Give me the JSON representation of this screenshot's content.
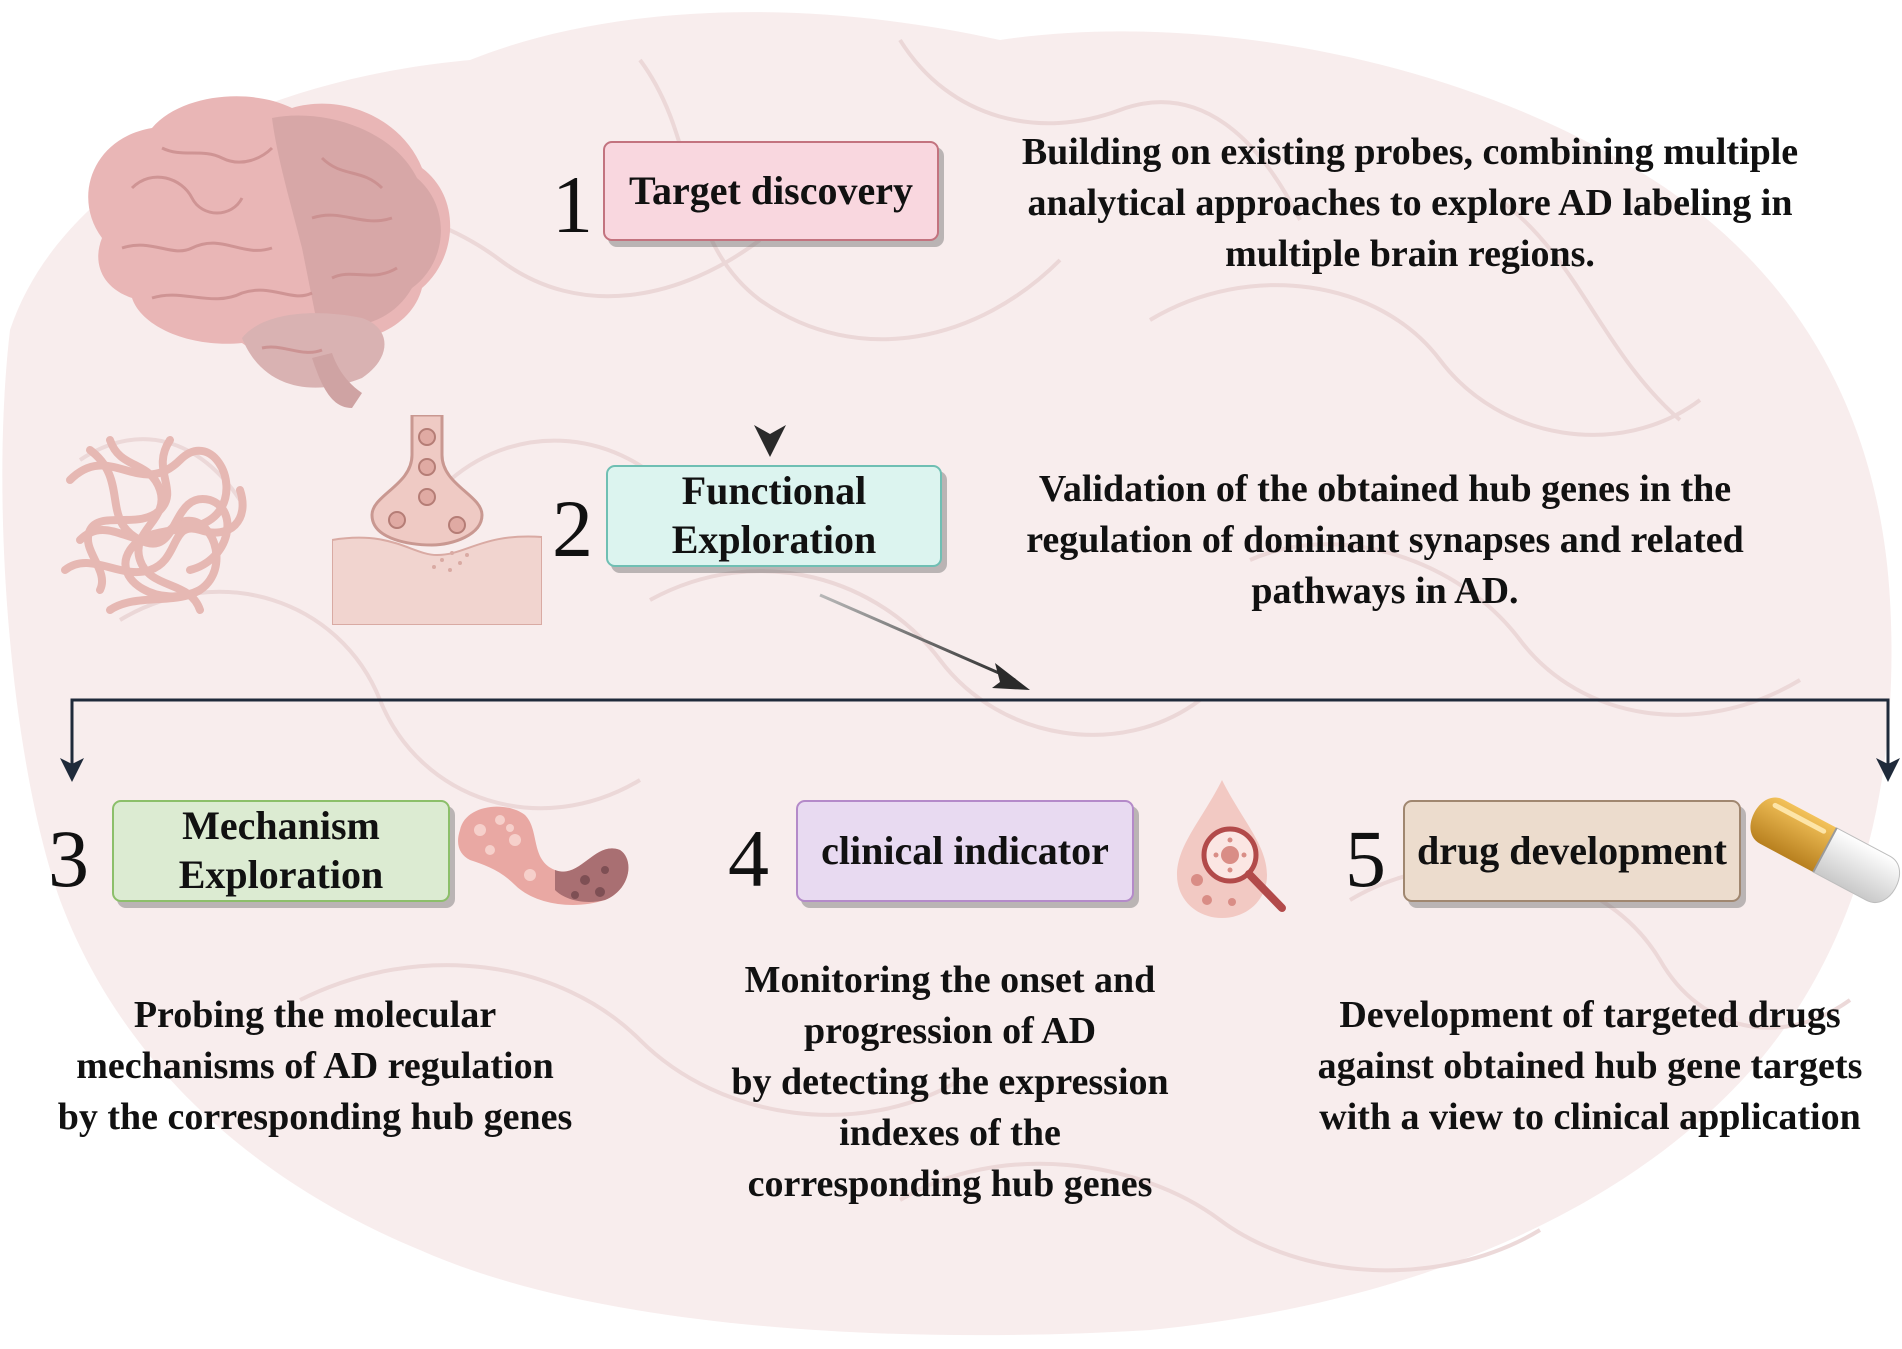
{
  "steps": [
    {
      "number": "1",
      "label": "Target  discovery",
      "description": "Building on existing probes, combining multiple\nanalytical approaches to explore AD labeling in\nmultiple brain regions.",
      "color": "#f9d7df",
      "border": "#c3737f"
    },
    {
      "number": "2",
      "label": "Functional\nExploration",
      "description": "Validation of the obtained hub genes in the\nregulation of dominant synapses and related\npathways in AD.",
      "color": "#dcf4ef",
      "border": "#6fbfb3"
    },
    {
      "number": "3",
      "label": "Mechanism\nExploration",
      "description": "Probing the molecular\nmechanisms of AD regulation\nby the corresponding hub genes",
      "color": "#dcebd2",
      "border": "#8cbf6a"
    },
    {
      "number": "4",
      "label": "clinical indicator",
      "description": "Monitoring the onset and\nprogression of AD\nby detecting the expression\nindexes of the\ncorresponding hub genes",
      "color": "#e8daf1",
      "border": "#b48ac9"
    },
    {
      "number": "5",
      "label": "drug development",
      "description": "Development of targeted drugs\nagainst obtained hub gene targets\nwith a view to clinical application",
      "color": "#ecdccd",
      "border": "#a08770"
    }
  ],
  "icons": [
    "brain-icon",
    "fiber-tangle-icon",
    "synapse-icon",
    "protein-structure-icon",
    "blood-drop-magnifier-icon",
    "capsule-pill-icon"
  ],
  "colors": {
    "background_tint": "#f7e6e6",
    "arrow": "#1f2a3a"
  }
}
